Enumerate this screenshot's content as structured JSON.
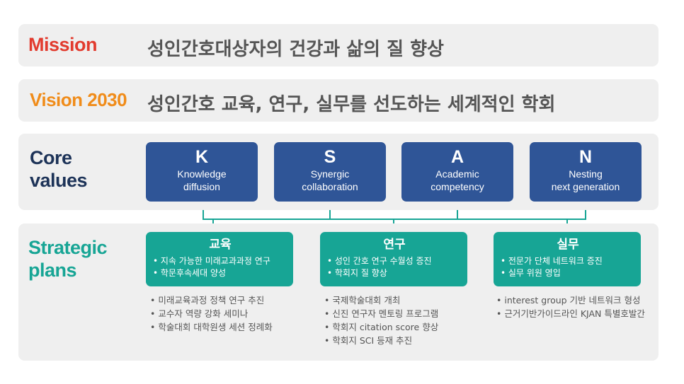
{
  "mission": {
    "label": "Mission",
    "text": "성인간호대상자의 건강과 삶의 질 향상"
  },
  "vision": {
    "label": "Vision 2030",
    "text": "성인간호 교육, 연구, 실무를 선도하는 세계적인 학회"
  },
  "core_values": {
    "label_line1": "Core",
    "label_line2": "values",
    "items": [
      {
        "letter": "K",
        "line1": "Knowledge",
        "line2": "diffusion"
      },
      {
        "letter": "S",
        "line1": "Synergic",
        "line2": "collaboration"
      },
      {
        "letter": "A",
        "line1": "Academic",
        "line2": "competency"
      },
      {
        "letter": "N",
        "line1": "Nesting",
        "line2": "next generation"
      }
    ]
  },
  "strategic_plans": {
    "label_line1": "Strategic",
    "label_line2": "plans",
    "items": [
      {
        "title": "교육",
        "key_points": [
          "• 지속 가능한 미래교과과정 연구",
          "• 학문후속세대 양성"
        ],
        "actions": [
          "• 미래교육과정 정책 연구 추진",
          "• 교수자 역량 강화 세미나",
          "• 학술대회 대학원생 세션 정례화"
        ]
      },
      {
        "title": "연구",
        "key_points": [
          "• 성인 간호 연구 수월성 증진",
          "• 학회지 질 향상"
        ],
        "actions": [
          "• 국제학술대회 개최",
          "• 신진 연구자 멘토링 프로그램",
          "• 학회지 citation score 향상",
          "• 학회지 SCI 등재 추진"
        ]
      },
      {
        "title": "실무",
        "key_points": [
          "• 전문가 단체 네트워크 증진",
          "• 실무 위원 영입"
        ],
        "actions": [
          "• interest group 기반 네트워크 형성",
          "• 근거기반가이드라인 KJAN 특별호발간"
        ]
      }
    ]
  },
  "colors": {
    "mission": "#e23b2e",
    "vision": "#f08c1a",
    "core_label": "#1d3358",
    "core_box": "#2f5597",
    "plans": "#17a595",
    "band": "#efefef",
    "text_gray": "#555555"
  }
}
